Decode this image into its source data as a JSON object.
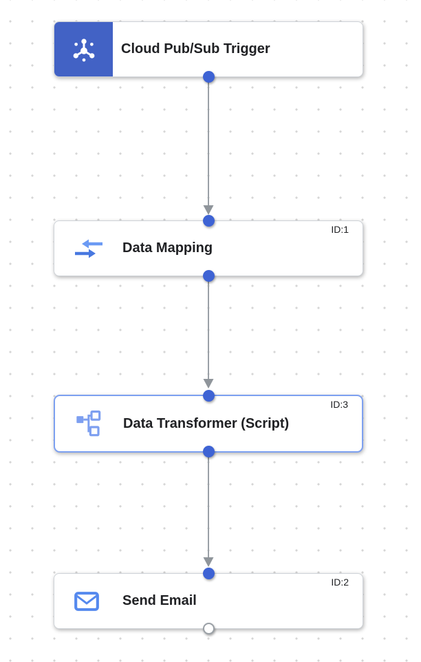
{
  "canvas": {
    "kind": "integration-workflow-editor",
    "grid_dot_color": "#d6d6d6",
    "background": "#ffffff"
  },
  "colors": {
    "trigger_header_blue": "#4262c5",
    "port_blue": "#3e63d4",
    "terminal_port_border": "#9aa0a6",
    "selected_node_border": "#7da0f0",
    "node_border": "#cfd3d8",
    "connector_gray": "#9aa0a6",
    "arrowhead_gray": "#8f959b",
    "title_text": "#202124",
    "icon_blue": "#5589ee",
    "transformer_icon_blue": "#7d9ff0"
  },
  "nodes": [
    {
      "title": "Cloud Pub/Sub Trigger",
      "kind": "trigger",
      "icon": "pubsub-icon"
    },
    {
      "title": "Data Mapping",
      "id_label": "ID:1",
      "kind": "task",
      "icon": "data-mapping-icon"
    },
    {
      "title": "Data Transformer (Script)",
      "id_label": "ID:3",
      "kind": "task",
      "icon": "data-transformer-icon",
      "selected": true
    },
    {
      "title": "Send Email",
      "id_label": "ID:2",
      "kind": "task",
      "icon": "send-email-icon"
    }
  ],
  "edges": [
    {
      "from": "Cloud Pub/Sub Trigger",
      "to": "Data Mapping"
    },
    {
      "from": "Data Mapping",
      "to": "Data Transformer (Script)"
    },
    {
      "from": "Data Transformer (Script)",
      "to": "Send Email"
    }
  ]
}
